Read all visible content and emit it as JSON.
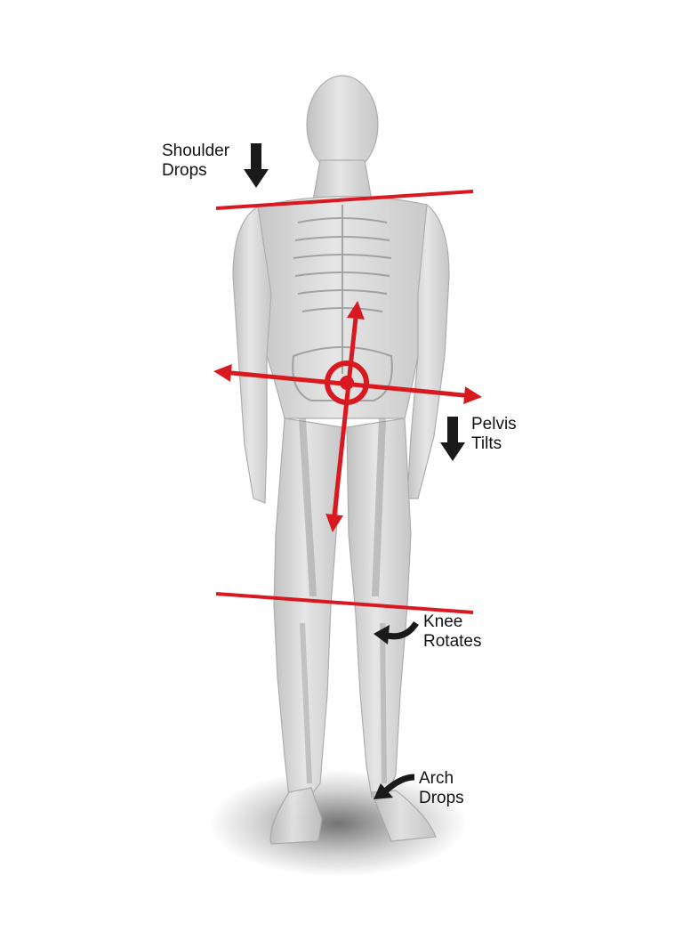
{
  "colors": {
    "marker": "#d81920",
    "arrow": "#1a1a1a",
    "body": "#d4d4d4",
    "bone": "#9a9a9a"
  },
  "labels": {
    "shoulder": {
      "line1": "Shoulder",
      "line2": "Drops"
    },
    "pelvis": {
      "line1": "Pelvis",
      "line2": "Tilts"
    },
    "knee": {
      "line1": "Knee",
      "line2": "Rotates"
    },
    "arch": {
      "line1": "Arch",
      "line2": "Drops"
    }
  },
  "icons": {
    "shoulder": "down-arrow-icon",
    "pelvis": "down-arrow-icon",
    "knee": "curved-arrow-icon",
    "arch": "curved-arrow-icon",
    "pelvis_center": "target-ring-icon"
  }
}
